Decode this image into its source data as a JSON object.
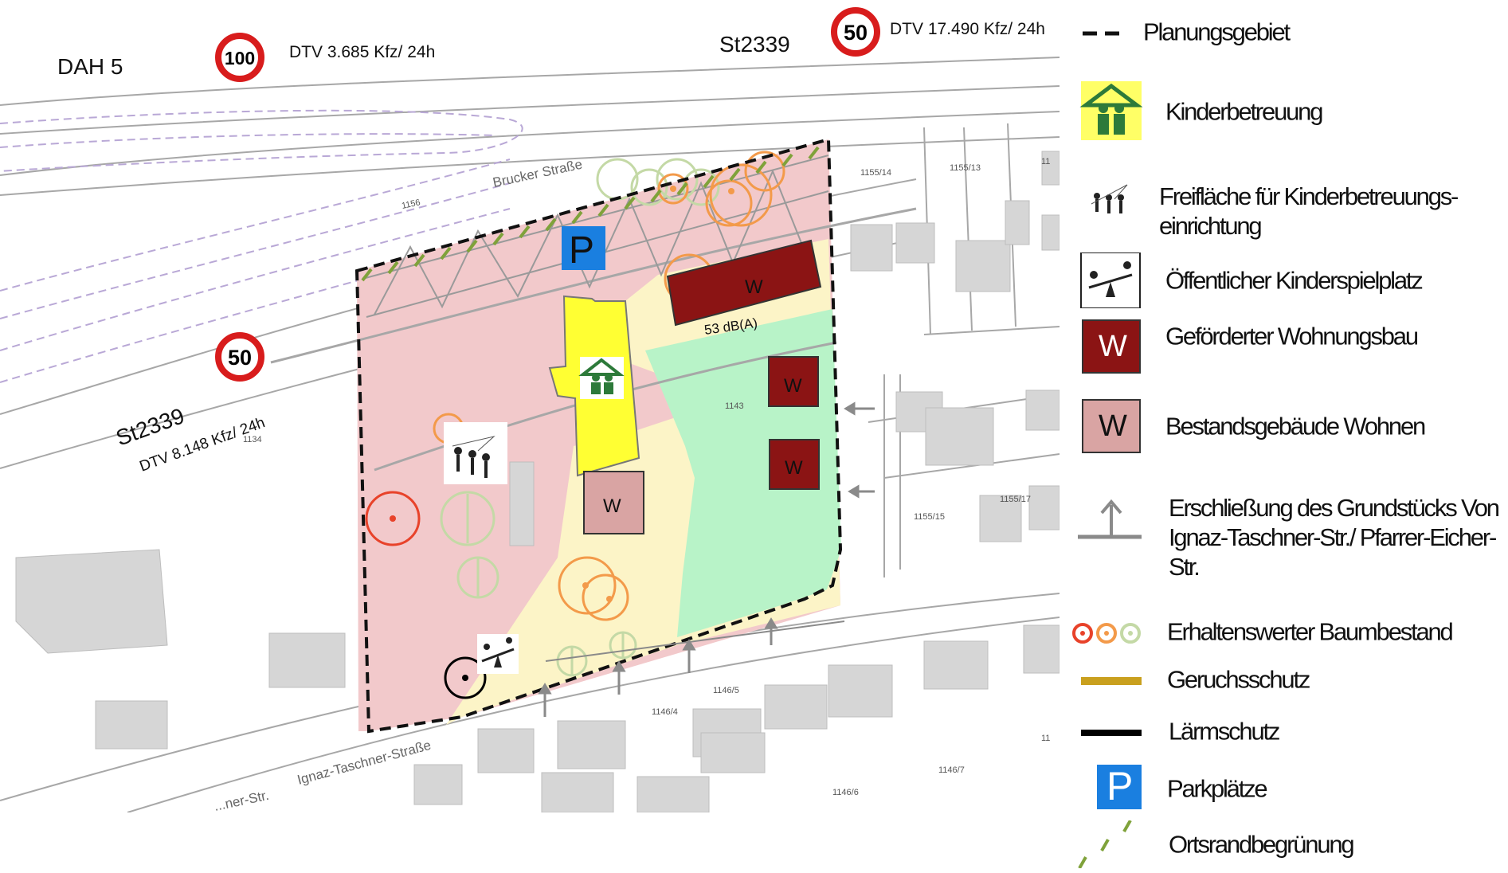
{
  "colors": {
    "planning_outline": "#111111",
    "child_zone": "#f2c9cb",
    "odor_zone": "#fcf4c7",
    "green_zone": "#b8f3c8",
    "kita_building": "#ffff33",
    "subsidized_housing": "#8b1414",
    "existing_housing": "#d9a4a3",
    "parking": "#1a7fe0",
    "tree_red": "#e8422a",
    "tree_orange": "#f39a4a",
    "tree_green": "#c4d9a6",
    "odor_protection": "#c9a01e",
    "noise_protection": "#000000",
    "edge_greening": "#7fa23a",
    "sign_red": "#d81c1c"
  },
  "map": {
    "labels": {
      "dah5": "DAH 5",
      "st2339_top": "St2339",
      "st2339_left": "St2339",
      "dtv_100": "DTV 3.685 Kfz/ 24h",
      "dtv_50_top": "DTV 17.490 Kfz/ 24h",
      "dtv_50_left": "DTV 8.148 Kfz/ 24h",
      "brucker": "Brucker Straße",
      "ignaz": "Ignaz-Taschner-Straße",
      "ignaz_left": "...ner-Str.",
      "noise_db": "53 dB(A)"
    },
    "signs": {
      "speed_100": "100",
      "speed_50_top": "50",
      "speed_50_left": "50"
    },
    "parking_letter": "P",
    "w_letter": "W",
    "parcels": {
      "p1156": "1156",
      "p1134": "1134",
      "p1143": "1143",
      "p1155_14": "1155/14",
      "p1155_13": "1155/13",
      "p11a": "11",
      "p1155_15": "1155/15",
      "p1155_17": "1155/17",
      "p1146_4": "1146/4",
      "p1146_5": "1146/5",
      "p1146_7": "1146/7",
      "p1146_6": "1146/6",
      "p11b": "11"
    }
  },
  "legend": [
    {
      "symbol": "dashed-line",
      "label": "Planungsgebiet"
    },
    {
      "symbol": "kita-icon",
      "label": "Kinderbetreuung"
    },
    {
      "symbol": "kids-playing-icon",
      "label": "Freifläche für Kinderbetreuungs-einrichtung"
    },
    {
      "symbol": "playground-icon",
      "label": "Öffentlicher Kinderspielplatz"
    },
    {
      "symbol": "w-dark-box",
      "label": "Geförderter Wohnungsbau"
    },
    {
      "symbol": "w-light-box",
      "label": "Bestandsgebäude Wohnen"
    },
    {
      "symbol": "access-arrow",
      "label": "Erschließung des Grundstücks Von Ignaz-Taschner-Str./ Pfarrer-Eicher-Str."
    },
    {
      "symbol": "tree-circles",
      "label": "Erhaltenswerter Baumbestand"
    },
    {
      "symbol": "olive-bar",
      "label": "Geruchsschutz"
    },
    {
      "symbol": "black-bar",
      "label": "Lärmschutz"
    },
    {
      "symbol": "parking-icon",
      "label": "Parkplätze"
    },
    {
      "symbol": "green-dashes",
      "label": "Ortsrandbegrünung"
    }
  ]
}
